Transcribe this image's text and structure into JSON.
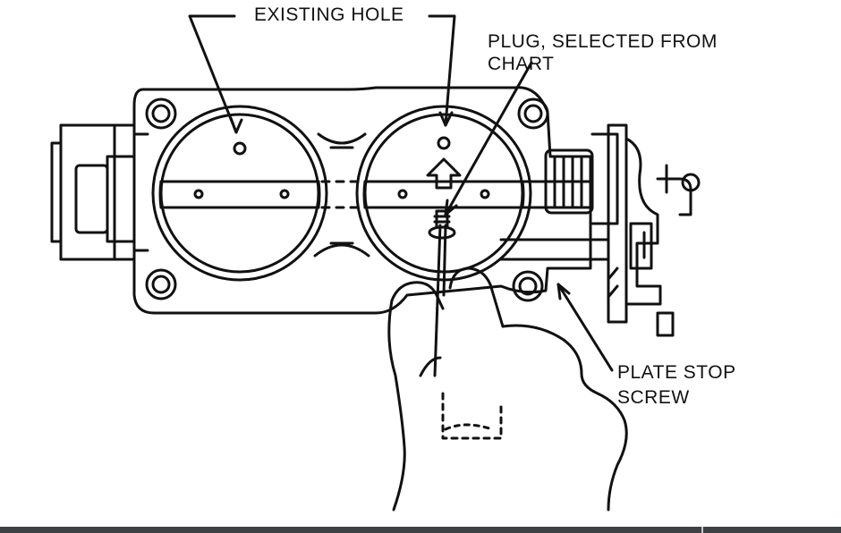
{
  "labels": {
    "existing_hole": "EXISTING HOLE",
    "plug_line1": "PLUG, SELECTED FROM",
    "plug_line2": "CHART",
    "plate_stop_line1": "PLATE STOP",
    "plate_stop_line2": "SCREW"
  },
  "colors": {
    "line": "#111111",
    "background": "#ffffff",
    "bottom_bar": "#3d4144"
  }
}
